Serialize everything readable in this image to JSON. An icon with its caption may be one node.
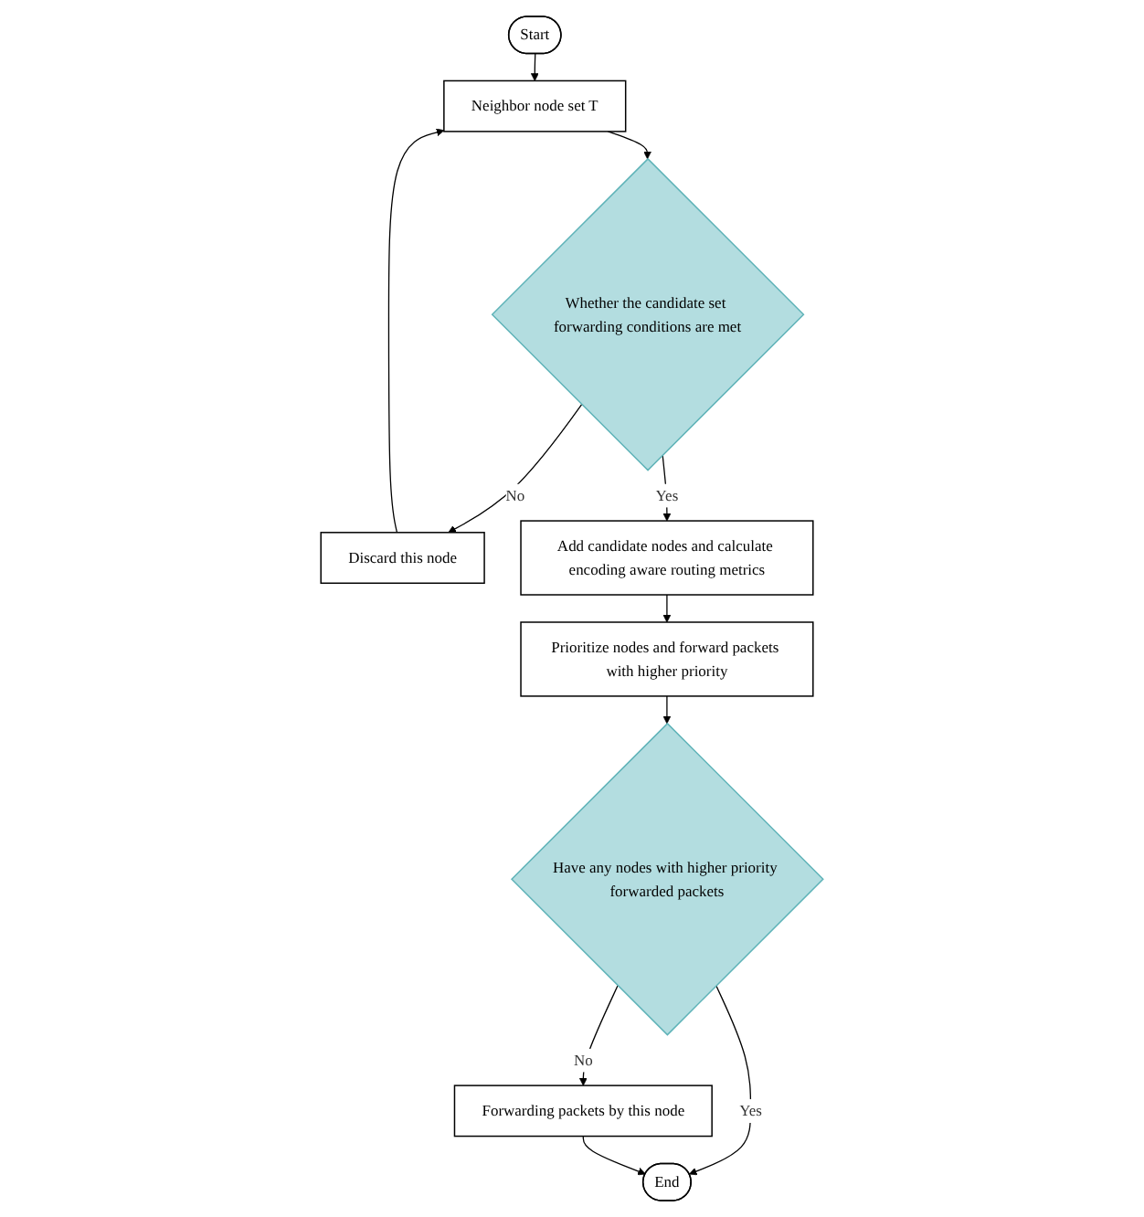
{
  "diagram": {
    "nodes": [
      {
        "text": [
          "Start"
        ]
      },
      {
        "text": [
          "Neighbor node set T"
        ]
      },
      {
        "text": [
          "Whether the candidate set forwarding conditions are met"
        ]
      },
      {
        "text": [
          "Discard this node"
        ]
      },
      {
        "text": [
          "Add candidate nodes and calculate encoding aware routing metrics"
        ]
      },
      {
        "text": [
          "Prioritize nodes and forward packets with higher priority"
        ]
      },
      {
        "text": [
          "Have any nodes with higher priority forwarded packets"
        ]
      },
      {
        "text": [
          "Forwarding packets by this node"
        ]
      },
      {
        "text": [
          "End"
        ]
      }
    ],
    "edges": [
      {
        "from": 0,
        "to": 1,
        "arrow": "to"
      },
      {
        "from": 1,
        "to": 2,
        "arrow": "to"
      },
      {
        "from": 2,
        "to": 3,
        "label": "No",
        "arrow": "to"
      },
      {
        "from": 3,
        "to": 1,
        "arrow": "to"
      },
      {
        "from": 2,
        "to": 4,
        "label": "Yes",
        "arrow": "to"
      },
      {
        "from": 4,
        "to": 5,
        "arrow": "to"
      },
      {
        "from": 5,
        "to": 6,
        "arrow": "to"
      },
      {
        "from": 6,
        "to": 7,
        "label": "No",
        "arrow": "to"
      },
      {
        "from": 6,
        "to": 8,
        "label": "Yes",
        "arrow": "to"
      },
      {
        "from": 7,
        "to": 8,
        "arrow": "to"
      }
    ]
  }
}
